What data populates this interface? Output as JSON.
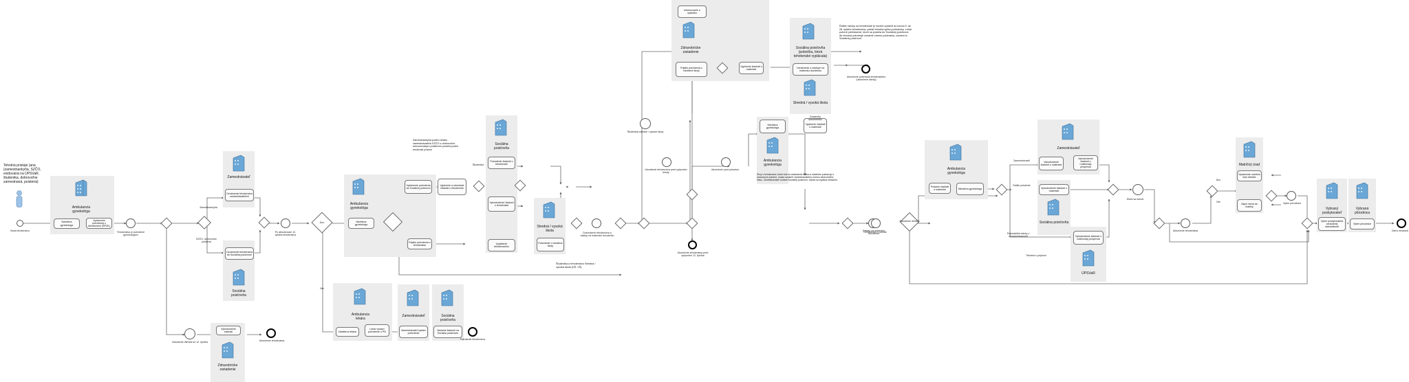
{
  "start": {
    "description": "Tehotná pristúpi (ana (zamestnankyňa, SZČO, evidovaná na ÚPSVaR, študentka, dobrovoľne zamestnaná, poistená)",
    "event_label": "Nová tehotenstvo"
  },
  "lanes": {
    "amb_gyn_1": "Ambulancia gynekológa",
    "zamestnavatel_1": "Zamestnávateľ",
    "soc_poist_1": "Sociálna poisťovňa",
    "zdrav_zar_bottom": "Zdravotnícke zariadenie",
    "amb_gyn_2": "Ambulancia gynekológa",
    "amb_lekara": "Ambulancia lekára",
    "zamestnavatel_2": "Zamestnávateľ",
    "soc_poist_2": "Sociálna poisťovňa",
    "soc_poist_3": "Sociálna poisťovňa",
    "stredna_skola_1": "Stredná / vysoká škola",
    "zdrav_zar_top": "Zdravotnícke zariadenie",
    "amb_gyn_3": "Ambulancia gynekológa",
    "soc_poist_top": "Sociálna poisťovňa (pobočka, ktorá tehotenské vyplácala)",
    "stredna_skola_2": "Stredná / vysoká škola",
    "amb_gyn_4": "Ambulancia gynekológa",
    "zamestnavatel_3": "Zamestnávateľ",
    "soc_poist_4": "Sociálna poisťovňa",
    "upsvar": "ÚPSVaR",
    "matricny": "Matričný úrad",
    "vybrany_poskytovatel": "Vybraný poskytovateľ",
    "vybrana_pohodlnost": "Vybraná pôrodnica"
  },
  "tasks": {
    "t1": "Návšteva gynekológa",
    "t2": "Vystavenie potvrdenia o tehotenstve (ŠPZK)",
    "t3": "Oznámenie tehotenstva zamestnávateľovi",
    "t4": "Oznámenie tehotenstva do Sociálnej poisťovne",
    "t5": "Návšteva gynekológa",
    "t6": "Vystavenie potvrdenia na Sociálnej poisťovni",
    "t7": "Vyplnenie a odoslanie žiadosti o tehotenské",
    "t8": "Prijatie potvrdenia o tehotenstve",
    "t9": "Posúdenie žiadosti o tehotenské",
    "t10": "Vyhodnotenie žiadosti o tehotenské",
    "t11": "Vyplatenie tehotenského",
    "t12": "Návšteva lekára",
    "t13": "Lekár vystaví potvrdenie o PN",
    "t14": "Zamestnávateľ vystaví potvrdenie",
    "t15": "Zaslanie žiadosti na Sociálnu poisťovňu",
    "t16": "Potvrdenie o návšteve školy",
    "t17": "Vyhodnotenie žiadosti",
    "t18": "Informovanie o výsledku",
    "t19": "Prijatie potvrdenia o návšteve školy",
    "t20": "Vyplnenie žiadosti o materské",
    "t21": "Návšteva gynekológa",
    "t22": "Vyplnenie žiadosti o materské",
    "t23": "Oznámenie o nástupe na materskú dovolenku",
    "t24": "Podanie žiadosti o materské",
    "t25": "Vyhodnotenie žiadosti o materské",
    "t26": "Vyhodnotenie žiadosti o rodičovský príspevok",
    "t27": "Vystavenie rodného listu dieťaťa",
    "t28": "Zápis mena do matriky",
    "t29": "Výber poskytovateľa zdravotnej starostlivosti",
    "t30": "Výber pôrodnice"
  },
  "labels": {
    "a1": "Tehotenstvo je potvrdené gynekológom",
    "a2": "Zamestnankyňa",
    "a3": "SZČO, dobrovoľne poistená",
    "a4": "Po absolvovaní 12. týždňa tehotenstva",
    "a5": "Nie",
    "a6": "Áno",
    "a7": "Narodenie dieťaťa do 12. týždňa",
    "a8": "Zamestnankyňa podľa vzťahu zamestnávateľa SZČO s dobrovoľne nemocenským poistením posiela podľa možnosti priamo",
    "a9": "Študentka",
    "a10": "Ukončenie tehotenstva",
    "a11": "Potratenie tehotenstva",
    "a12": "Ukončenie tehotenstva pred uplynutím lehoty",
    "a13": "Študentka stredné / vysoké školy",
    "a14": "Dokončenie tehotenstva a nástup na materskú dovolenku",
    "a15": "Ukončenie pred pôrodom",
    "a16": "Zamestnankyňa",
    "a17": "SZČO, dobrovoľne poistená",
    "a18": "Poberateľka dávky v nezamestnanosti",
    "a19": "Nástup na materskú dovolenku",
    "a20": "Narodenie dieťaťa",
    "a21": "Oznámenie o pôrode",
    "a22": "Výber pôrodnice",
    "a23": "Áno",
    "a24": "Nie",
    "a25": "Študentka",
    "a26": "Ukončenie tehotenstva pred uplynutím 12. týždňa",
    "a27": "Ďalšie poistenie",
    "a28": "Zamestnávateľ",
    "a29": "Študentka stredné / vysoké školy",
    "a30": "Tehotná s príjmom",
    "a31": "Ukončenie tehotenstva",
    "a32": "Ukončenie",
    "a33": "Dieťa sa narodí",
    "a34": "Dieťa nenarodí"
  },
  "notes": {
    "n1": "Ďalšie nároky na tehotenské je možné uplatniť do konca 6. až 28. týždňa tehotenstva, pokiaľ tehotná spĺňa podmienky. Lekár potvrdí prehlásenie, ktoré sa posiela do Sociálnej poisťovne. Ak tehotná potrebuje oznámiť zmenu poberania, oznámi to Sociálnej poisťovni.",
    "n2": "Ženy v tehotenstve, ktoré boli na ambulancii lekára a následne pokračujú v pracovnom pomere, musia oznámiť zamestnávateľovi zmenu zdravotného stavu. Zamestnávateľ oznámi Sociálnej poisťovni. Dávka sa vypláca mesačne.",
    "n3": "Študentka a tehotenstvo Stredná / vysoká škola (SŠ, VŠ)",
    "n4": "Dotazníky dokumentov",
    "n5": "Ukončenie poberania tehotenského (ukončenie dávky)"
  }
}
